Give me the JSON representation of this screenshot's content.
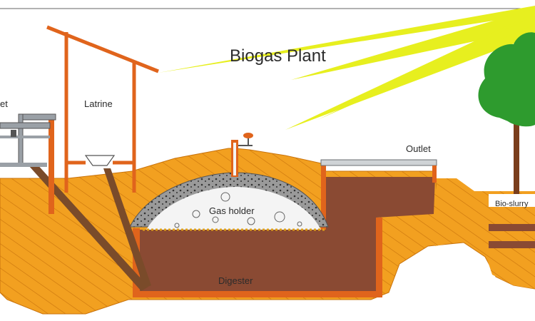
{
  "diagram": {
    "title": "Biogas Plant",
    "labels": {
      "inlet": "et",
      "latrine": "Latrine",
      "gas_holder": "Gas holder",
      "outlet": "Outlet",
      "digester": "Digester",
      "bio_slurry": "Bio-slurry"
    },
    "colors": {
      "soil": "#f2a020",
      "soil_hatch": "#c9730c",
      "soil_dark": "#e8901a",
      "slurry": "#8a4a33",
      "wall": "#e0641c",
      "wood": "#7a4b2a",
      "dome": "#9a9a9a",
      "gas": "#f4f4f4",
      "sun_ray": "#e7ef1f",
      "tree_leaves": "#2e9b2e",
      "tree_trunk": "#7a3e1c",
      "stand_grey": "#9aa0a6"
    }
  }
}
